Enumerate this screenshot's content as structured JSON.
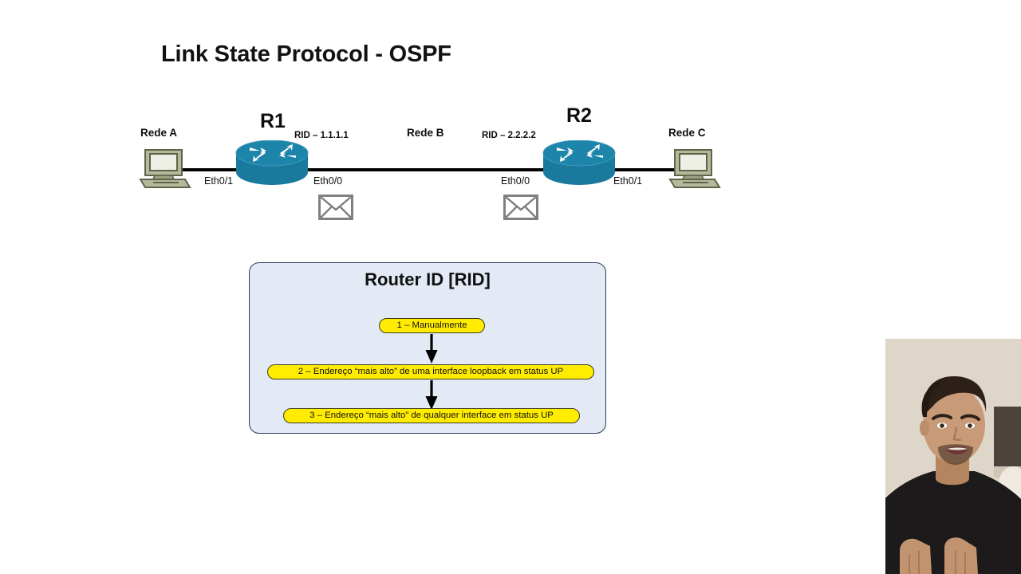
{
  "slide": {
    "title": "Link State Protocol - OSPF",
    "background_color": "#ffffff"
  },
  "diagram": {
    "network_labels": [
      {
        "name": "rede-a",
        "text": "Rede A"
      },
      {
        "name": "rede-b",
        "text": "Rede B"
      },
      {
        "name": "rede-c",
        "text": "Rede C"
      }
    ],
    "routers": [
      {
        "name": "R1",
        "rid_label": "RID – 1.1.1.1",
        "left_interface": "Eth0/1",
        "right_interface": "Eth0/0",
        "color": "#1a7a9e"
      },
      {
        "name": "R2",
        "rid_label": "RID – 2.2.2.2",
        "left_interface": "Eth0/0",
        "right_interface": "Eth0/1",
        "color": "#1a7a9e"
      }
    ],
    "hosts": [
      {
        "name": "pc-rede-a",
        "color": "#a6ab8c"
      },
      {
        "name": "pc-rede-c",
        "color": "#a6ab8c"
      }
    ],
    "envelopes": [
      {
        "name": "envelope-r1-eth0-0",
        "color": "#808080"
      },
      {
        "name": "envelope-r2-eth0-0",
        "color": "#808080"
      }
    ],
    "link_color": "#000000"
  },
  "rid_panel": {
    "title": "Router ID [RID]",
    "background_color": "#e3eaf5",
    "border_color": "#2b3a52",
    "pill_color": "#ffec00",
    "steps": [
      {
        "id": "step-1",
        "text": "1 – Manualmente"
      },
      {
        "id": "step-2",
        "text": "2 – Endereço “mais alto” de uma interface loopback em status UP"
      },
      {
        "id": "step-3",
        "text": "3 – Endereço “mais alto” de qualquer interface em status UP"
      }
    ]
  },
  "webcam": {
    "name": "presenter-webcam",
    "wall_color": "#ded6c8",
    "shirt_color": "#1c1a1b",
    "skin_color": "#c89a78"
  }
}
